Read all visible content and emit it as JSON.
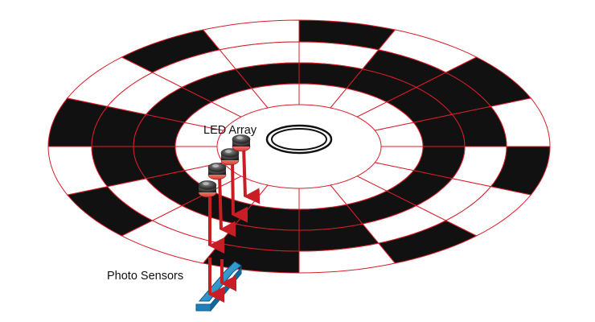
{
  "labels": {
    "led_array": "LED Array",
    "photo_sensors": "Photo Sensors"
  },
  "disk": {
    "tracks": 4,
    "sectors": 16,
    "pattern": [
      [
        1,
        0,
        1,
        0,
        1,
        0,
        1,
        0,
        1,
        0,
        1,
        0,
        1,
        0,
        1,
        0
      ],
      [
        0,
        1,
        1,
        1,
        0,
        0,
        0,
        1,
        1,
        0,
        0,
        1,
        1,
        0,
        0,
        0
      ],
      [
        1,
        1,
        1,
        1,
        1,
        1,
        1,
        1,
        1,
        1,
        1,
        1,
        1,
        1,
        1,
        1
      ],
      [
        0,
        0,
        0,
        0,
        0,
        0,
        0,
        0,
        0,
        0,
        0,
        0,
        0,
        0,
        0,
        0
      ]
    ]
  },
  "leds": 4,
  "colors": {
    "segment_dark": "#111111",
    "segment_light": "#ffffff",
    "grid_lines": "#d81e2a",
    "led_beam": "#c81d25",
    "led_body": "#444444",
    "sensor_strip": "#1f9ad6"
  },
  "icons": {
    "led": "led-icon",
    "sensor": "photo-sensor-strip-icon",
    "hub": "hub-ring-icon"
  }
}
